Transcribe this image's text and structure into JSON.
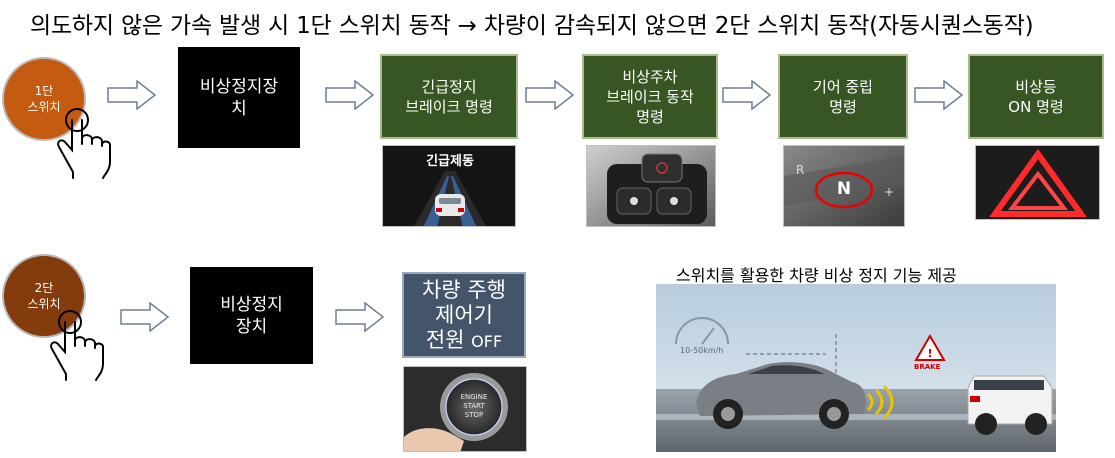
{
  "title": "의도하지 않은 가속 발생 시 1단 스위치 동작 → 차량이 감속되지 않으면 2단 스위치 동작(자동시퀀스동작)",
  "row1": {
    "switch": [
      "1단",
      "스위치"
    ],
    "device": [
      "비상정지장",
      "치"
    ],
    "steps": [
      {
        "lines": [
          "긴급정지",
          "브레이크 명령"
        ]
      },
      {
        "lines": [
          "비상주차",
          "브레이크 동작",
          "명령"
        ]
      },
      {
        "lines": [
          "기어 중립",
          "명령"
        ]
      },
      {
        "lines": [
          "비상등",
          "ON 명령"
        ]
      }
    ],
    "photo1_text": "긴급제동",
    "gear_letter": "N"
  },
  "row2": {
    "switch": [
      "2단",
      "스위치"
    ],
    "device": [
      "비상정지",
      "장치"
    ],
    "power_line1": "차량 주행",
    "power_line2": "제어기",
    "power_line3a": "전원",
    "power_line3b": "OFF",
    "engine_lines": [
      "ENGINE",
      "START",
      "STOP"
    ]
  },
  "scene": {
    "caption": "스위치를 활용한 차량 비상 정지 기능 제공",
    "speed_label": "10-50km/h",
    "brake_label": "BRAKE"
  },
  "colors": {
    "switch1": "#c55a11",
    "switch2": "#843c0c",
    "green_box": "#375623",
    "slate_box": "#44546a"
  }
}
